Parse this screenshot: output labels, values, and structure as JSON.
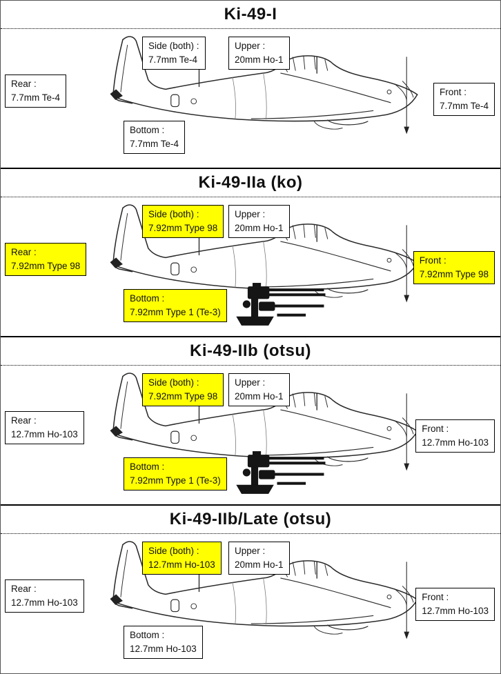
{
  "colors": {
    "highlight": "#ffff00",
    "box_border": "#000000",
    "divider": "#000000"
  },
  "panels": [
    {
      "title": "Ki-49-I",
      "has_gun_photo": false,
      "labels": {
        "side": {
          "label": "Side (both) :",
          "value": "7.7mm Te-4",
          "highlight": false
        },
        "upper": {
          "label": "Upper :",
          "value": "20mm Ho-1",
          "highlight": false
        },
        "rear": {
          "label": "Rear :",
          "value": "7.7mm Te-4",
          "highlight": false
        },
        "front": {
          "label": "Front :",
          "value": "7.7mm Te-4",
          "highlight": false
        },
        "bottom": {
          "label": "Bottom :",
          "value": "7.7mm Te-4",
          "highlight": false
        }
      }
    },
    {
      "title": "Ki-49-IIa (ko)",
      "has_gun_photo": true,
      "labels": {
        "side": {
          "label": "Side (both) :",
          "value": "7.92mm Type 98",
          "highlight": true
        },
        "upper": {
          "label": "Upper :",
          "value": "20mm Ho-1",
          "highlight": false
        },
        "rear": {
          "label": "Rear :",
          "value": "7.92mm Type 98",
          "highlight": true
        },
        "front": {
          "label": "Front :",
          "value": "7.92mm Type 98",
          "highlight": true
        },
        "bottom": {
          "label": "Bottom :",
          "value": "7.92mm Type 1 (Te-3)",
          "highlight": true
        }
      }
    },
    {
      "title": "Ki-49-IIb (otsu)",
      "has_gun_photo": true,
      "labels": {
        "side": {
          "label": "Side (both) :",
          "value": "7.92mm Type 98",
          "highlight": true
        },
        "upper": {
          "label": "Upper :",
          "value": "20mm Ho-1",
          "highlight": false
        },
        "rear": {
          "label": "Rear :",
          "value": "12.7mm Ho-103",
          "highlight": false
        },
        "front": {
          "label": "Front :",
          "value": "12.7mm Ho-103",
          "highlight": false
        },
        "bottom": {
          "label": "Bottom :",
          "value": "7.92mm Type 1 (Te-3)",
          "highlight": true
        }
      }
    },
    {
      "title": "Ki-49-IIb/Late (otsu)",
      "has_gun_photo": false,
      "labels": {
        "side": {
          "label": "Side (both) :",
          "value": "12.7mm Ho-103",
          "highlight": true
        },
        "upper": {
          "label": "Upper :",
          "value": "20mm Ho-1",
          "highlight": false
        },
        "rear": {
          "label": "Rear :",
          "value": "12.7mm Ho-103",
          "highlight": false
        },
        "front": {
          "label": "Front :",
          "value": "12.7mm Ho-103",
          "highlight": false
        },
        "bottom": {
          "label": "Bottom :",
          "value": "12.7mm Ho-103",
          "highlight": false
        }
      }
    }
  ]
}
